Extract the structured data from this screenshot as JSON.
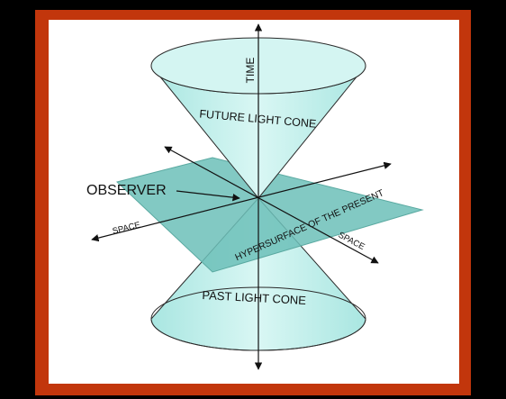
{
  "colors": {
    "background": "#000000",
    "frame": "#c2360c",
    "panel": "#ffffff",
    "cone_fill": "#c6f1ee",
    "cone_stroke": "#2a2a2a",
    "plane_fill": "#6cc0b8",
    "axis": "#111111"
  },
  "diagram": {
    "axis_time": "TIME",
    "future_cone": "FUTURE LIGHT CONE",
    "past_cone": "PAST LIGHT CONE",
    "observer": "OBSERVER",
    "space_left": "SPACE",
    "space_right": "SPACE",
    "hypersurface": "HYPERSURFACE OF THE PRESENT"
  }
}
